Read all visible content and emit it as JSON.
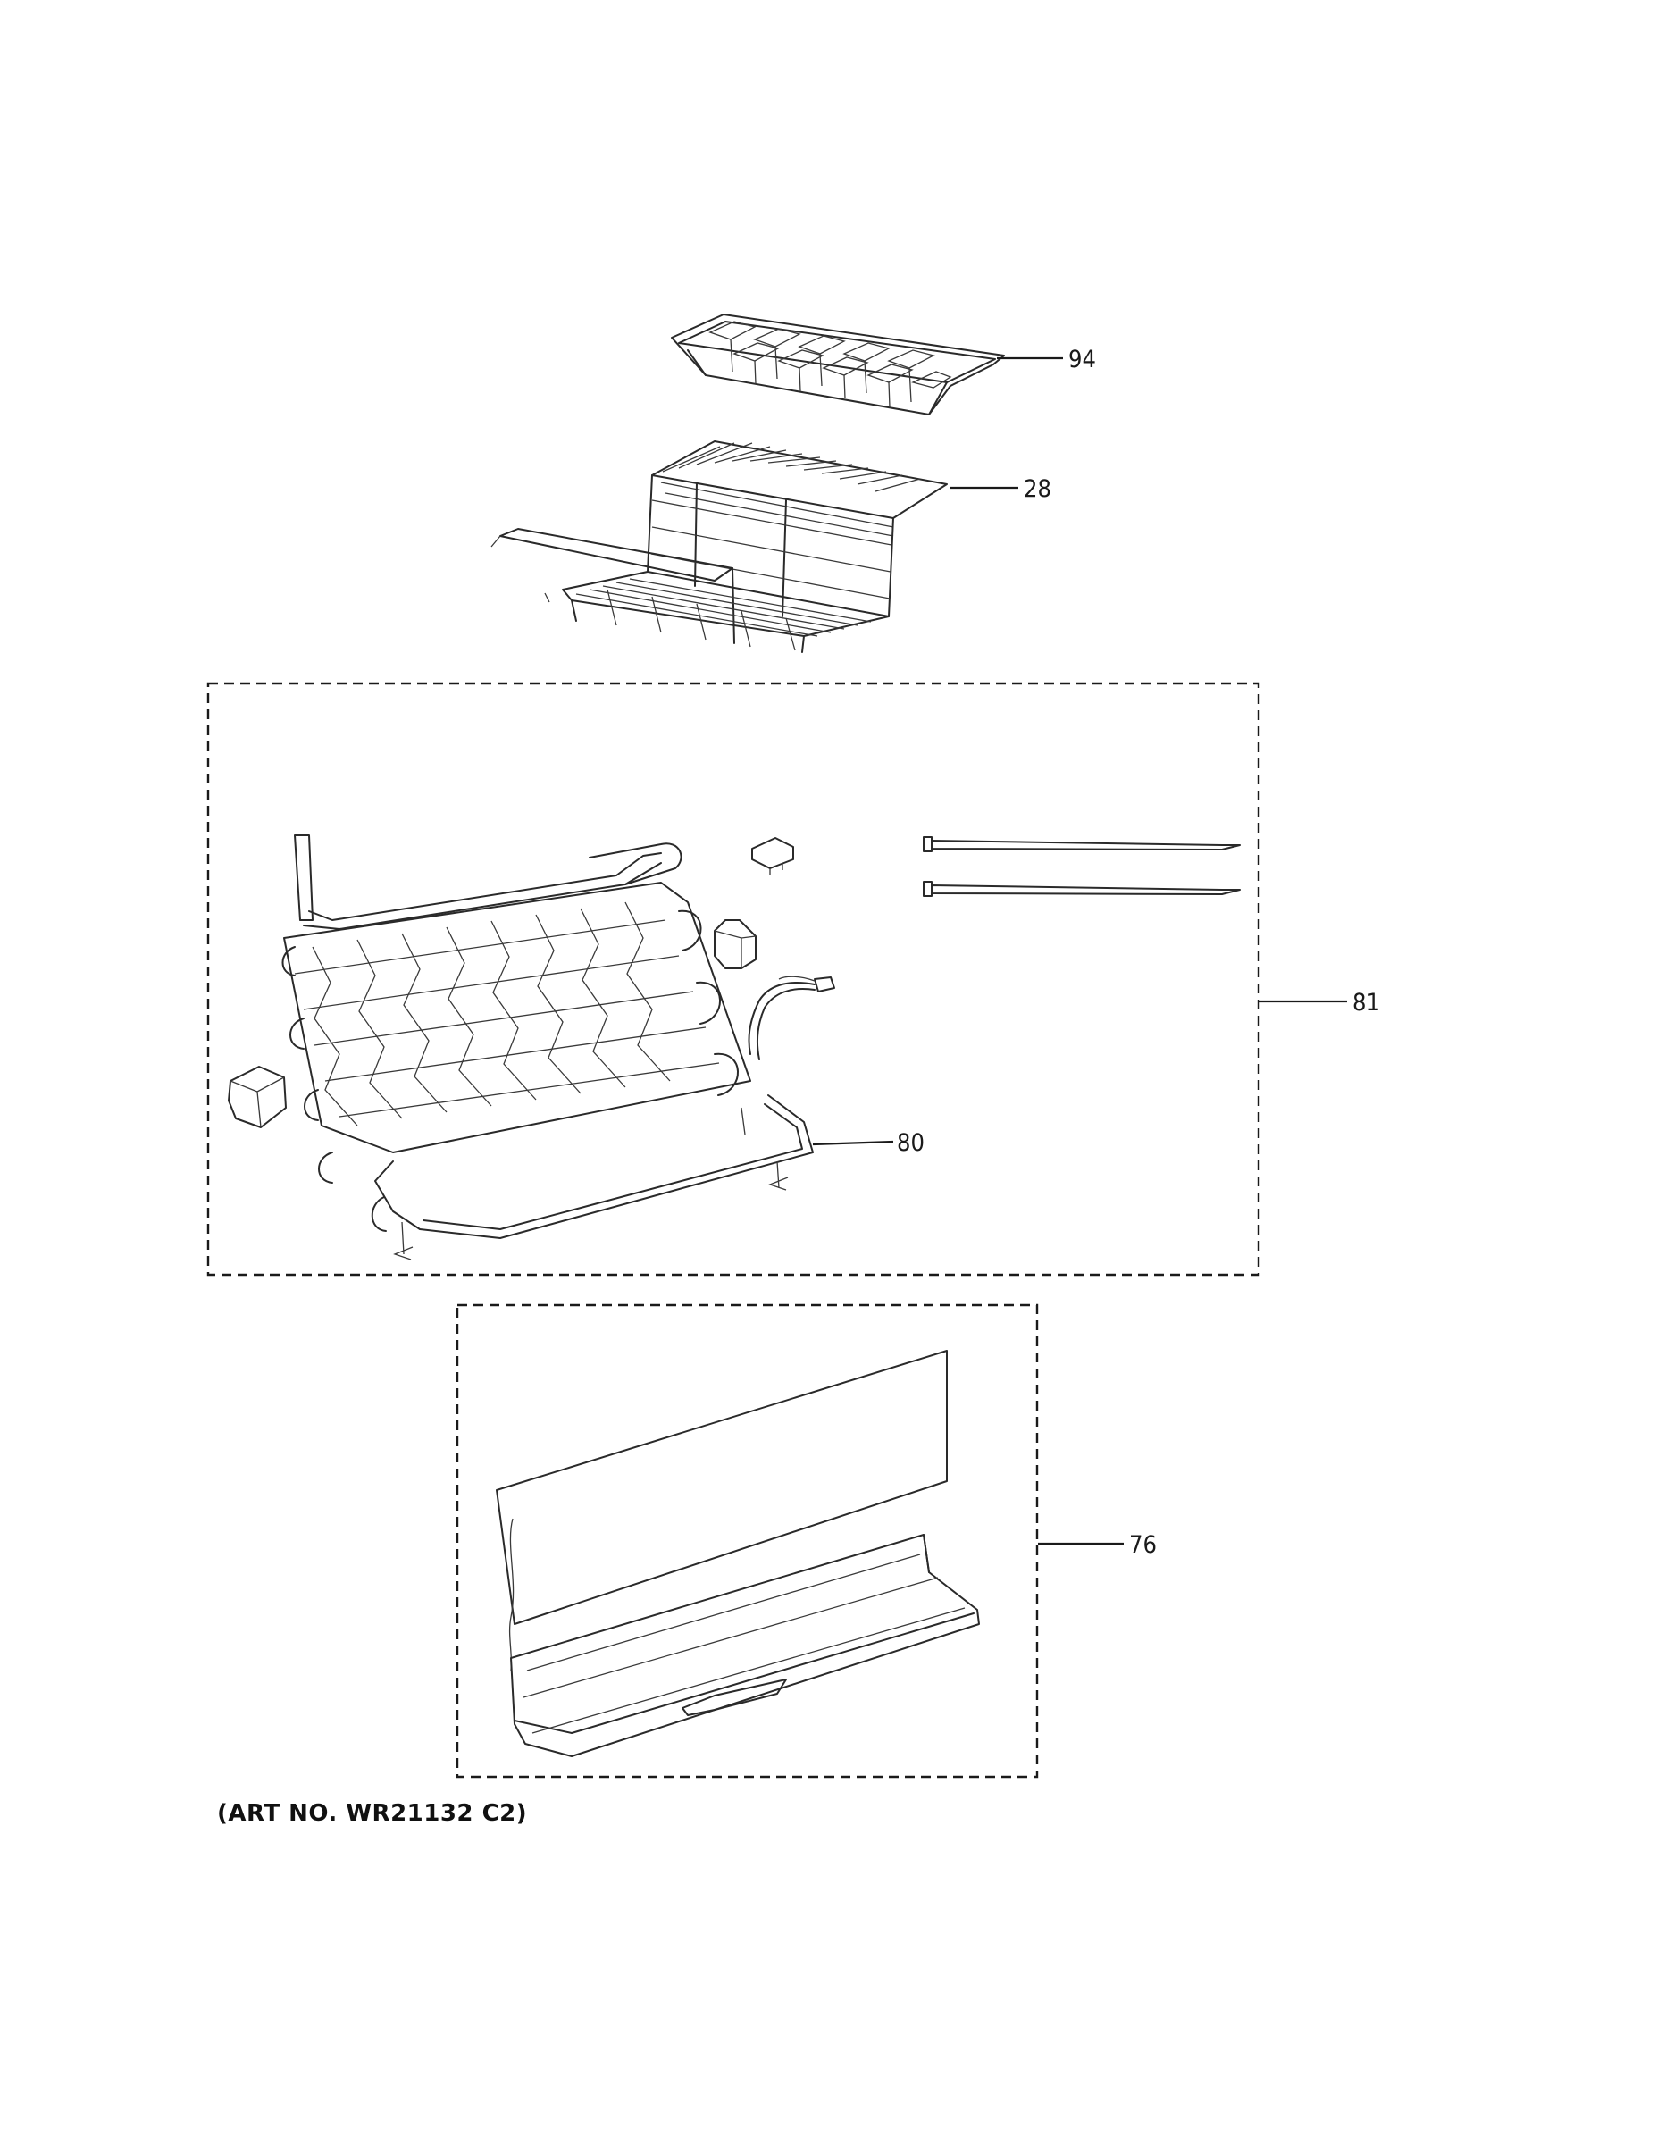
{
  "art_number": "(ART NO. WR21132 C2)",
  "callouts": {
    "ice_tray": "94",
    "shelf_rack": "28",
    "evaporator_kit": "81",
    "evaporator": "80",
    "drain_pan_heater_kit": "76"
  }
}
